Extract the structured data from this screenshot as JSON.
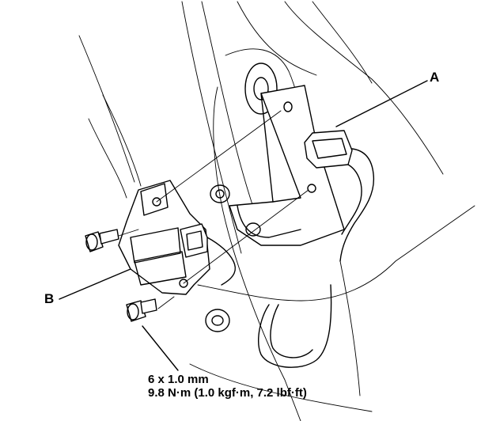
{
  "callouts": {
    "a": "A",
    "b": "B"
  },
  "torque_spec": {
    "bolt_size": "6 x 1.0 mm",
    "torque": "9.8 N·m (1.0 kgf·m, 7.2 lbf·ft)"
  }
}
